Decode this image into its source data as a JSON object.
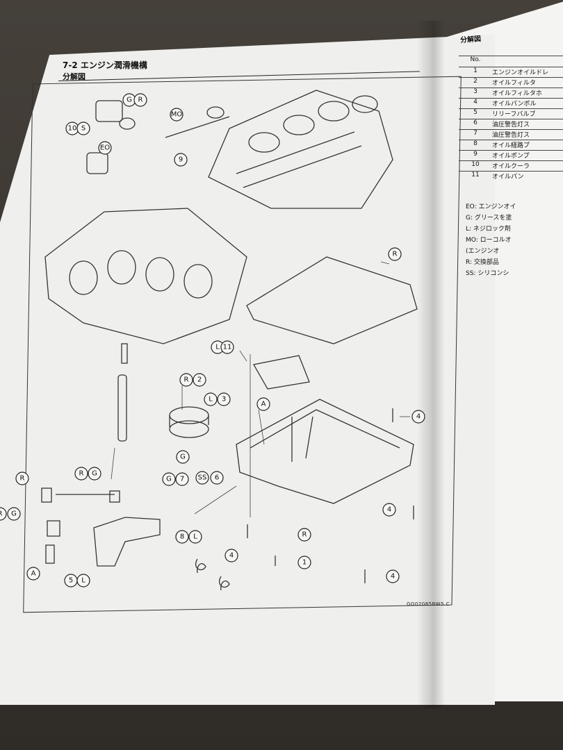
{
  "page": {
    "header": "7-2 エンジン潤滑機構",
    "subheader": "分解図",
    "figure_code": "GG02085BW5 C"
  },
  "callouts": [
    {
      "label": "10"
    },
    {
      "label": "S"
    },
    {
      "label": "G"
    },
    {
      "label": "R"
    },
    {
      "label": "MO"
    },
    {
      "label": "EO"
    },
    {
      "label": "9"
    },
    {
      "label": "R"
    },
    {
      "label": "L"
    },
    {
      "label": "11"
    },
    {
      "label": "R"
    },
    {
      "label": "2"
    },
    {
      "label": "L"
    },
    {
      "label": "3"
    },
    {
      "label": "A"
    },
    {
      "label": "4"
    },
    {
      "label": "G"
    },
    {
      "label": "G"
    },
    {
      "label": "7"
    },
    {
      "label": "SS"
    },
    {
      "label": "6"
    },
    {
      "label": "R"
    },
    {
      "label": "R"
    },
    {
      "label": "G"
    },
    {
      "label": "R"
    },
    {
      "label": "G"
    },
    {
      "label": "4"
    },
    {
      "label": "8"
    },
    {
      "label": "L"
    },
    {
      "label": "4"
    },
    {
      "label": "R"
    },
    {
      "label": "1"
    },
    {
      "label": "A"
    },
    {
      "label": "5"
    },
    {
      "label": "L"
    },
    {
      "label": "4"
    }
  ],
  "right_page": {
    "title": "分解図",
    "table_header": "No.",
    "rows": [
      {
        "no": "1",
        "name": "エンジンオイルドレ"
      },
      {
        "no": "2",
        "name": "オイルフィルタ"
      },
      {
        "no": "3",
        "name": "オイルフィルタホ"
      },
      {
        "no": "4",
        "name": "オイルパンボル"
      },
      {
        "no": "5",
        "name": "リリーフバルブ"
      },
      {
        "no": "6",
        "name": "油圧警告灯ス"
      },
      {
        "no": "7",
        "name": "油圧警告灯ス"
      },
      {
        "no": "8",
        "name": "オイル経路プ"
      },
      {
        "no": "9",
        "name": "オイルポンプ"
      },
      {
        "no": "10",
        "name": "オイルクーラ"
      },
      {
        "no": "11",
        "name": "オイルパン"
      }
    ],
    "notes": [
      "EO: エンジンオイ",
      "G: グリースを塗",
      "L: ネジロック剤",
      "MO: ローコルオ",
      "(エンジンオ",
      "R: 交換部品",
      "SS: シリコンシ"
    ]
  }
}
